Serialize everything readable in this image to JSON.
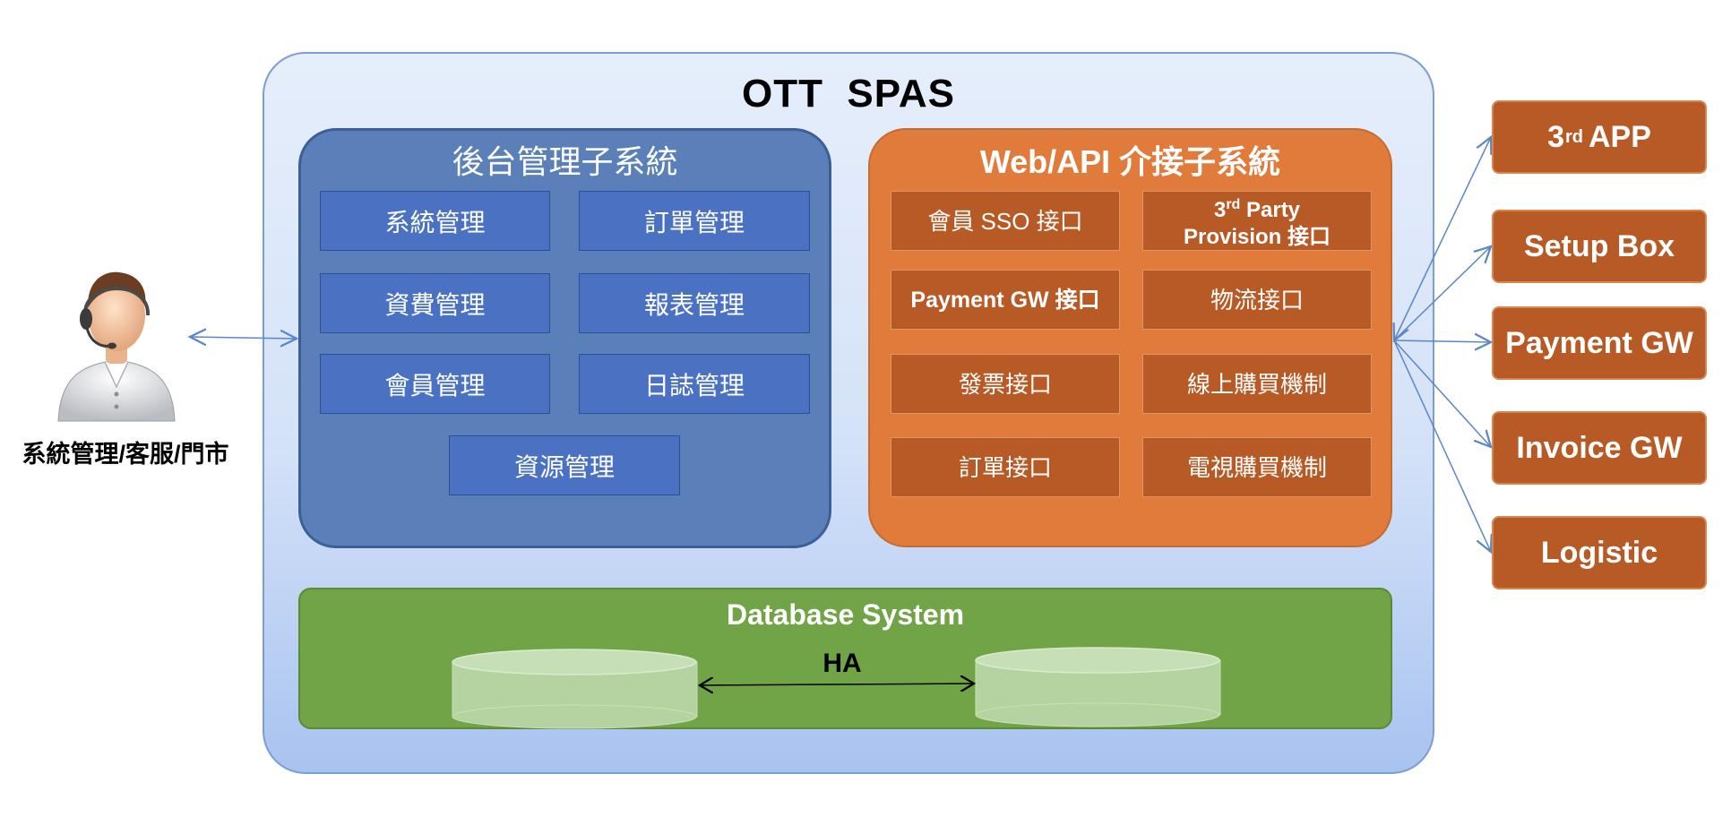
{
  "person": {
    "label": "系統管理/客服/門市"
  },
  "main": {
    "title": "OTT  SPAS"
  },
  "backend": {
    "title": "後台管理子系統",
    "items": [
      "系統管理",
      "訂單管理",
      "資費管理",
      "報表管理",
      "會員管理",
      "日誌管理",
      "資源管理"
    ]
  },
  "webapi": {
    "title": "Web/API 介接子系統",
    "items": [
      "會員 SSO 接口",
      {
        "line1_base": "3",
        "line1_sup": "rd",
        "line1_rest": " Party",
        "line2": "Provision 接口"
      },
      "Payment GW 接口",
      "物流接口",
      "發票接口",
      "線上購買機制",
      "訂單接口",
      "電視購買機制"
    ]
  },
  "database": {
    "title": "Database System",
    "ha_label": "HA"
  },
  "external": {
    "app": {
      "base": "3",
      "sup": "rd",
      "rest": "APP"
    },
    "items": [
      "Setup Box",
      "Payment GW",
      "Invoice GW",
      "Logistic"
    ]
  },
  "colors": {
    "main_bg": "#d4e2f8",
    "backend_bg": "#5a7fb9",
    "backend_box": "#4b72c2",
    "webapi_bg": "#e07b3c",
    "webapi_box": "#b85a25",
    "db_bg": "#70a447",
    "connector": "#5b86c9"
  }
}
